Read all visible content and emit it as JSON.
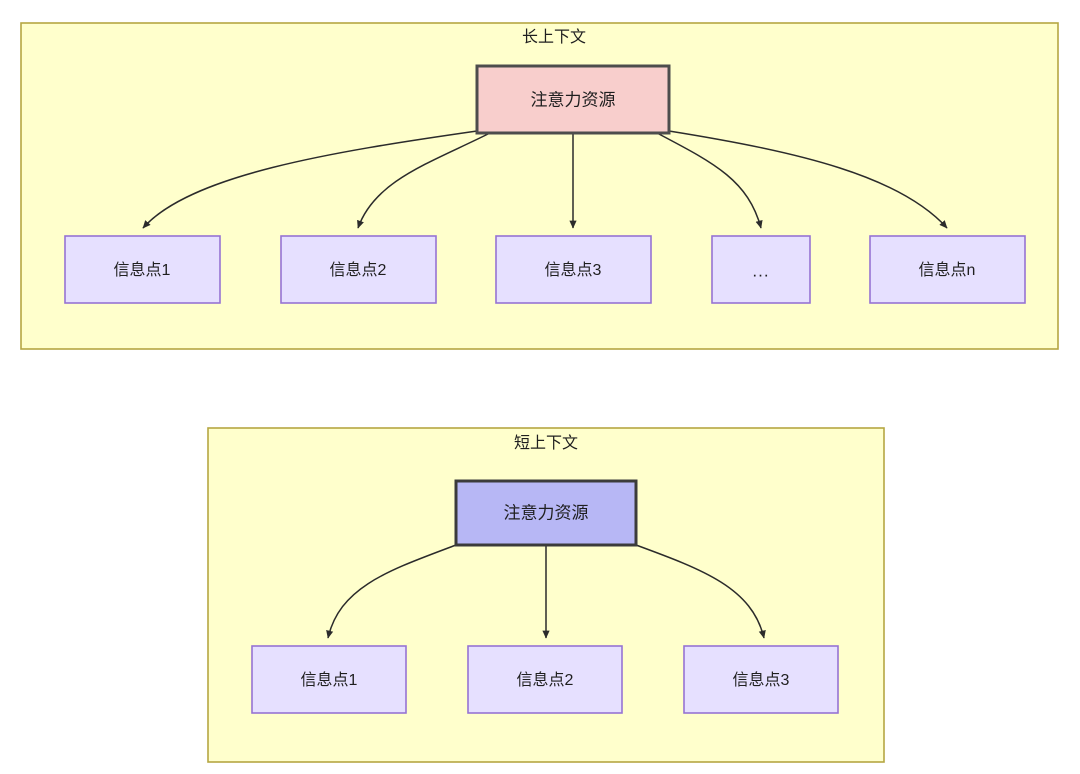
{
  "diagram": {
    "type": "flow-tree",
    "background": "#ffffff",
    "colors": {
      "container_fill": "#ffffcc",
      "container_stroke": "#b5a642",
      "hub_long_fill": "#f8cecc",
      "hub_long_stroke": "#4d4d4d",
      "hub_short_fill": "#b7b7f5",
      "hub_short_stroke": "#3b3b3b",
      "info_fill": "#e6e0ff",
      "info_stroke": "#9673d3",
      "edge_stroke": "#2b2b2b",
      "text": "#1f1f1f"
    },
    "groups": [
      {
        "id": "long-context",
        "title": "长上下文",
        "hub": {
          "label": "注意力资源"
        },
        "leaves": [
          {
            "label": "信息点1"
          },
          {
            "label": "信息点2"
          },
          {
            "label": "信息点3"
          },
          {
            "label": "..."
          },
          {
            "label": "信息点n"
          }
        ]
      },
      {
        "id": "short-context",
        "title": "短上下文",
        "hub": {
          "label": "注意力资源"
        },
        "leaves": [
          {
            "label": "信息点1"
          },
          {
            "label": "信息点2"
          },
          {
            "label": "信息点3"
          }
        ]
      }
    ]
  }
}
